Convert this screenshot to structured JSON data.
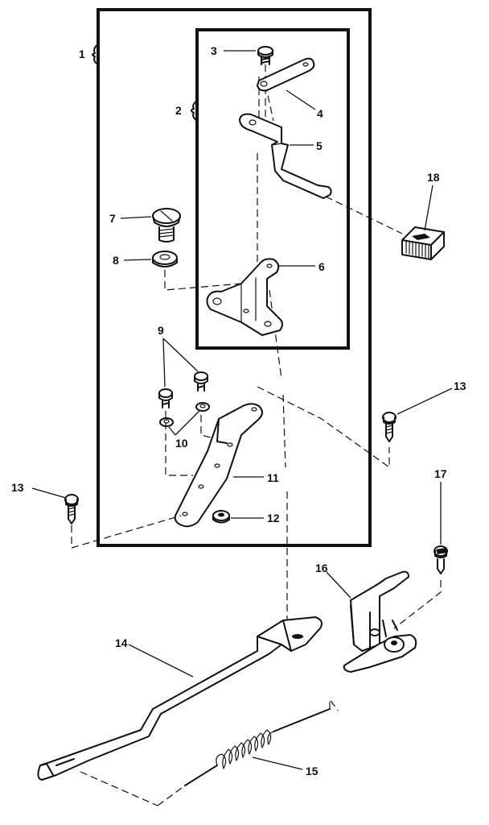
{
  "labels": {
    "p1": "1",
    "p2": "2",
    "p3": "3",
    "p4": "4",
    "p5": "5",
    "p6": "6",
    "p7": "7",
    "p8": "8",
    "p9": "9",
    "p10": "10",
    "p11": "11",
    "p12": "12",
    "p13a": "13",
    "p13b": "13",
    "p14": "14",
    "p15": "15",
    "p16": "16",
    "p17": "17",
    "p18": "18"
  },
  "colors": {
    "ink": "#111111",
    "background": "#ffffff"
  }
}
